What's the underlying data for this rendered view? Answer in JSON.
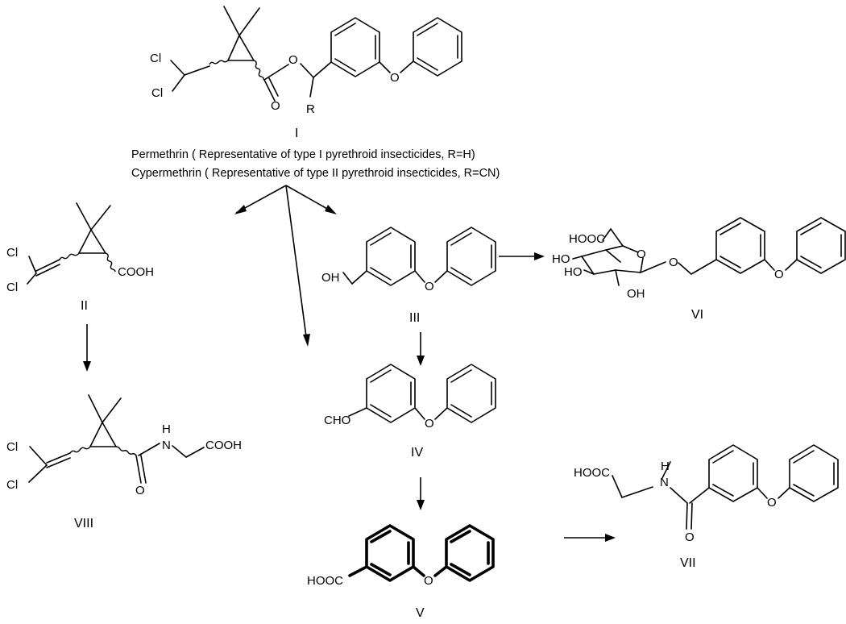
{
  "compounds": {
    "I": {
      "label": "I",
      "atoms": {
        "cl1": "Cl",
        "cl2": "Cl",
        "o_ester": "O",
        "o_carbonyl": "O",
        "o_ether": "O",
        "r": "R"
      }
    },
    "II": {
      "label": "II",
      "atoms": {
        "cl1": "Cl",
        "cl2": "Cl",
        "acid": "COOH"
      }
    },
    "III": {
      "label": "III",
      "atoms": {
        "oh": "OH",
        "o_ether": "O"
      }
    },
    "IV": {
      "label": "IV",
      "atoms": {
        "cho": "CHO",
        "o_ether": "O"
      }
    },
    "V": {
      "label": "V",
      "atoms": {
        "acid": "HOOC",
        "o_ether": "O"
      }
    },
    "VI": {
      "label": "VI",
      "atoms": {
        "acid": "HOOC",
        "ho1": "HO",
        "ho2": "HO",
        "ring_o": "O",
        "oh": "OH",
        "o_link": "O",
        "o_ether": "O"
      }
    },
    "VII": {
      "label": "VII",
      "atoms": {
        "acid": "HOOC",
        "nh": "H",
        "n": "N",
        "o_carbonyl": "O",
        "o_ether": "O"
      }
    },
    "VIII": {
      "label": "VIII",
      "atoms": {
        "cl1": "Cl",
        "cl2": "Cl",
        "nh": "H",
        "n": "N",
        "o_carbonyl": "O",
        "acid": "COOH"
      }
    }
  },
  "caption": {
    "line1": "Permethrin ( Representative of type I pyrethroid insecticides, R=H)",
    "line2": "Cypermethrin ( Representative of type II pyrethroid insecticides, R=CN)"
  }
}
